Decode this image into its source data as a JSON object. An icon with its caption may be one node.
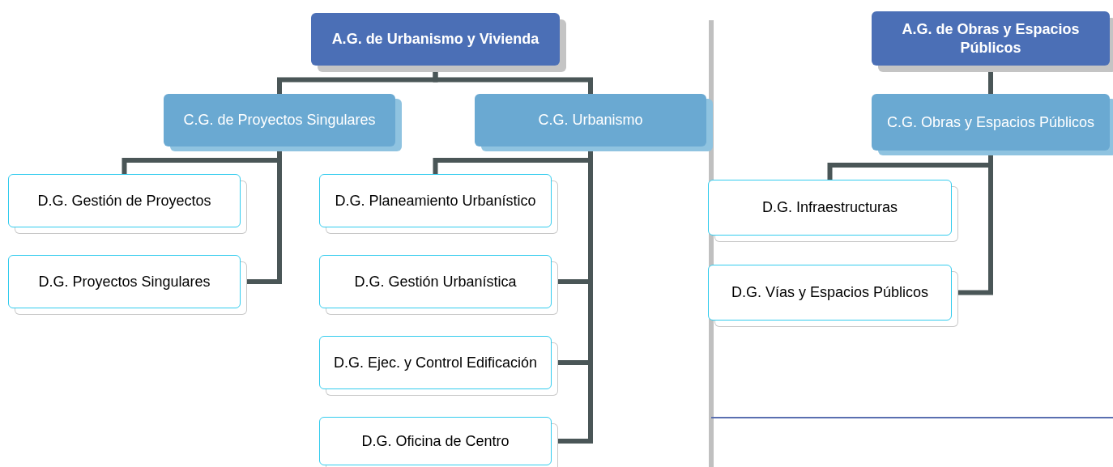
{
  "diagram": {
    "nodes": [
      {
        "text": [
          "A.G. de Urbanismo y Vivienda"
        ]
      },
      {
        "text": [
          "C.G. de Proyectos Singulares"
        ]
      },
      {
        "text": [
          "C.G. Urbanismo"
        ]
      },
      {
        "text": [
          "D.G. Gestión de Proyectos"
        ]
      },
      {
        "text": [
          "D.G. Proyectos Singulares"
        ]
      },
      {
        "text": [
          "D.G. Planeamiento Urbanístico"
        ]
      },
      {
        "text": [
          "D.G. Gestión Urbanística"
        ]
      },
      {
        "text": [
          "D.G. Ejec. y Control Edificación"
        ]
      },
      {
        "text": [
          "D.G. Oficina de Centro"
        ]
      },
      {
        "text": [
          "A.G. de Obras y Espacios Públicos"
        ]
      },
      {
        "text": [
          "C.G. Obras y Espacios Públicos"
        ]
      },
      {
        "text": [
          "D.G. Infraestructuras"
        ]
      },
      {
        "text": [
          "D.G. Vías y Espacios Públicos"
        ]
      }
    ],
    "edges": [
      {
        "from": 0,
        "to": 1,
        "arrow": "none"
      },
      {
        "from": 0,
        "to": 2,
        "arrow": "none"
      },
      {
        "from": 1,
        "to": 3,
        "arrow": "none"
      },
      {
        "from": 1,
        "to": 4,
        "arrow": "none"
      },
      {
        "from": 2,
        "to": 5,
        "arrow": "none"
      },
      {
        "from": 2,
        "to": 6,
        "arrow": "none"
      },
      {
        "from": 2,
        "to": 7,
        "arrow": "none"
      },
      {
        "from": 2,
        "to": 8,
        "arrow": "none"
      },
      {
        "from": 9,
        "to": 10,
        "arrow": "none"
      },
      {
        "from": 10,
        "to": 11,
        "arrow": "none"
      },
      {
        "from": 10,
        "to": 12,
        "arrow": "none"
      }
    ]
  }
}
